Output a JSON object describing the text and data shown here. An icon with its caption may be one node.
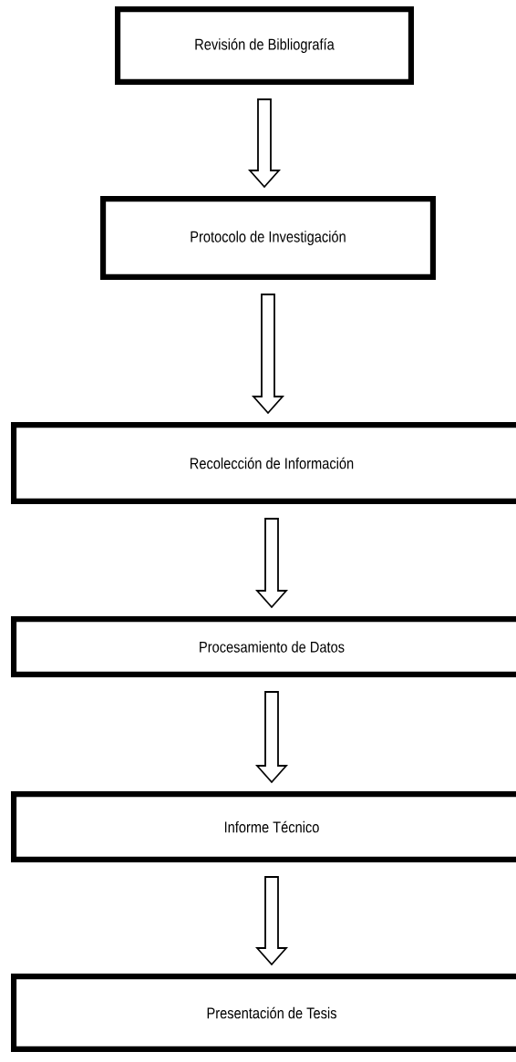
{
  "diagram": {
    "nodes": [
      {
        "text": [
          "Revisión de Bibliografía"
        ]
      },
      {
        "text": [
          "Protocolo de Investigación"
        ]
      },
      {
        "text": [
          "Recolección de Información"
        ]
      },
      {
        "text": [
          "Procesamiento de Datos"
        ]
      },
      {
        "text": [
          "Informe Técnico"
        ]
      },
      {
        "text": [
          "Presentación de Tesis"
        ]
      }
    ],
    "edges": [
      {
        "from": 0,
        "to": 1,
        "arrow": "to"
      },
      {
        "from": 1,
        "to": 2,
        "arrow": "to"
      },
      {
        "from": 2,
        "to": 3,
        "arrow": "to"
      },
      {
        "from": 3,
        "to": 4,
        "arrow": "to"
      },
      {
        "from": 4,
        "to": 5,
        "arrow": "to"
      }
    ]
  }
}
